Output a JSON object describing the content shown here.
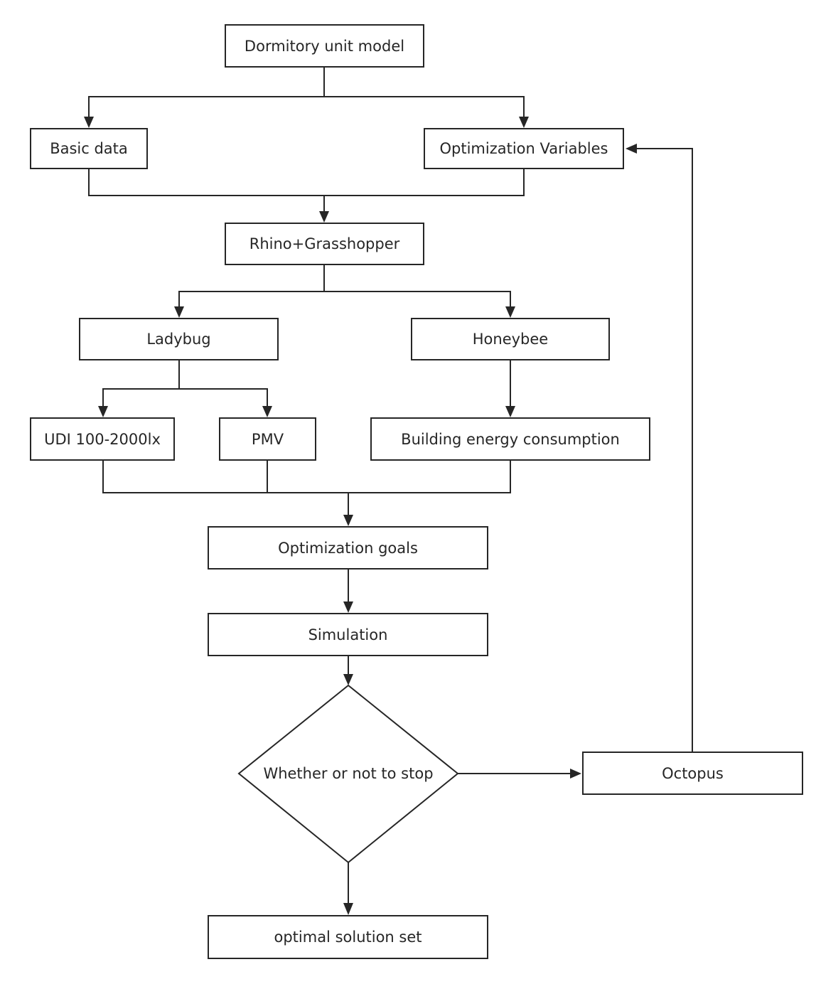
{
  "diagram": {
    "type": "flowchart",
    "colors": {
      "stroke": "#262626",
      "fill": "#ffffff",
      "text": "#262626"
    },
    "nodes": {
      "dormitory": "Dormitory unit model",
      "basic_data": "Basic data",
      "optimization_variables": "Optimization Variables",
      "rhino": "Rhino+Grasshopper",
      "ladybug": "Ladybug",
      "honeybee": "Honeybee",
      "udi": "UDI 100-2000lx",
      "pmv": "PMV",
      "energy": "Building energy consumption",
      "goals": "Optimization goals",
      "simulation": "Simulation",
      "decision": "Whether or not to stop",
      "octopus": "Octopus",
      "optimal": "optimal solution set"
    },
    "edges": [
      [
        "dormitory",
        "basic_data"
      ],
      [
        "dormitory",
        "optimization_variables"
      ],
      [
        "basic_data",
        "rhino"
      ],
      [
        "optimization_variables",
        "rhino"
      ],
      [
        "rhino",
        "ladybug"
      ],
      [
        "rhino",
        "honeybee"
      ],
      [
        "ladybug",
        "udi"
      ],
      [
        "ladybug",
        "pmv"
      ],
      [
        "honeybee",
        "energy"
      ],
      [
        "udi",
        "goals"
      ],
      [
        "pmv",
        "goals"
      ],
      [
        "energy",
        "goals"
      ],
      [
        "goals",
        "simulation"
      ],
      [
        "simulation",
        "decision"
      ],
      [
        "decision",
        "octopus"
      ],
      [
        "octopus",
        "optimization_variables"
      ],
      [
        "decision",
        "optimal"
      ]
    ]
  }
}
